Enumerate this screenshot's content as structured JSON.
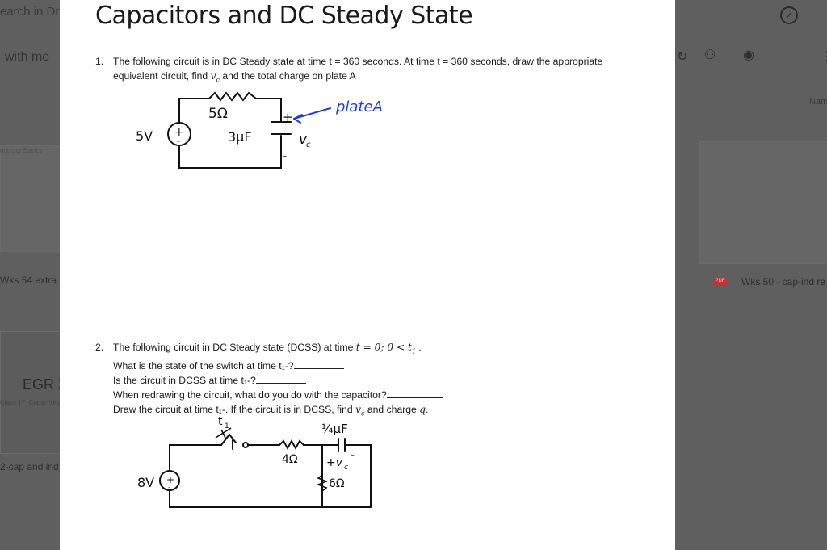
{
  "background": {
    "left": {
      "search": "earch in Dr",
      "share": "with me",
      "thumb_title": "nductor Basics",
      "file1": "Wks 54 extra",
      "course": "EGR 2",
      "course_sub": "Class 17: Capacitors",
      "file2": "2-cap and ind"
    },
    "right": {
      "name_header": "Nam",
      "file_type": "PDF",
      "file_name": "Wks 50 - cap-ind re"
    }
  },
  "document": {
    "title": "Capacitors and DC Steady State",
    "q1": {
      "number": "1.",
      "line1": "The following circuit is in DC Steady state at time t = 360 seconds.  At time t = 360 seconds, draw the appropriate",
      "line2_pre": "equivalent circuit, find ",
      "line2_var": "v",
      "line2_sub": "c",
      "line2_post": " and the total charge on plate A",
      "circuit": {
        "source": "5V",
        "resistor": "5Ω",
        "capacitor": "3μF",
        "voltage": "v",
        "voltage_sub": "c",
        "plus": "+",
        "minus": "-",
        "annotation": "plateA"
      }
    },
    "q2": {
      "number": "2.",
      "line1_pre": "The following circuit in DC Steady state (DCSS) at time ",
      "line1_math": "t = 0;  0 < t",
      "line1_sub": "1",
      "line1_post": " .",
      "line2": "What is the state of the switch at time t₁-?",
      "line3": "Is the circuit in DCSS at time t₁-?",
      "line4": "When redrawing the circuit, what do you do with the capacitor?",
      "line5_pre": "Draw the circuit at time t₁-.  If the circuit is in DCSS, find ",
      "line5_var": "v",
      "line5_sub": "c",
      "line5_mid": " and charge ",
      "line5_q": "q",
      "line5_post": ".",
      "circuit": {
        "switch_label": "t",
        "switch_sub": "1",
        "source": "8V",
        "resistor1": "4Ω",
        "resistor2": "6Ω",
        "capacitor": "¼μF",
        "voltage": "+v",
        "voltage_sub": "c",
        "minus": "-"
      }
    }
  },
  "colors": {
    "annotation_blue": "#1f3fd6",
    "page_bg": "#ffffff",
    "outer_bg": "#5a5a5a"
  }
}
